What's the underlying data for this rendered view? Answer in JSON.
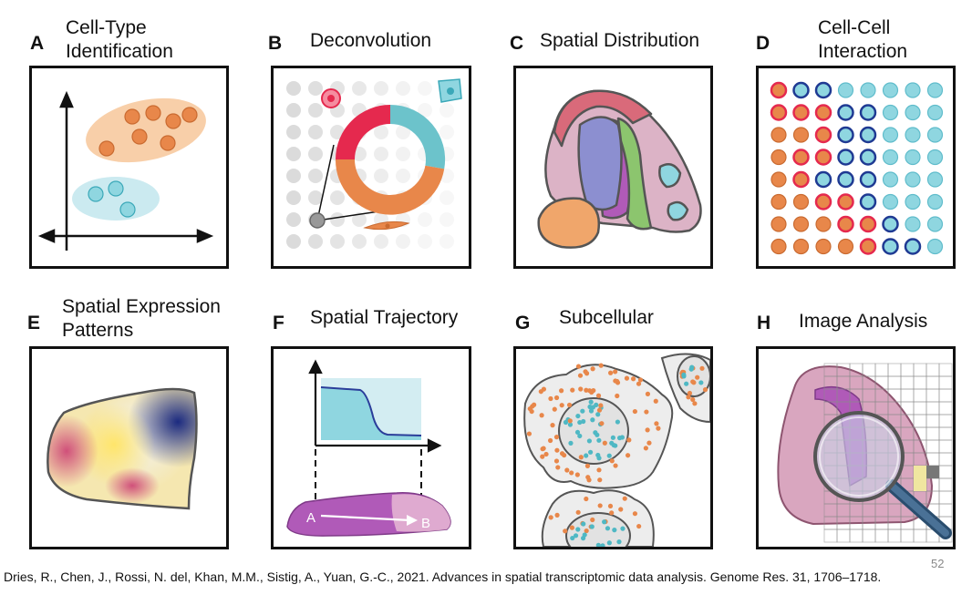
{
  "panels": [
    {
      "letter": "A",
      "title_lines": [
        "Cell-Type",
        "Identification"
      ]
    },
    {
      "letter": "B",
      "title_lines": [
        "Deconvolution"
      ]
    },
    {
      "letter": "C",
      "title_lines": [
        "Spatial Distribution"
      ]
    },
    {
      "letter": "D",
      "title_lines": [
        "Cell-Cell",
        "Interaction"
      ]
    },
    {
      "letter": "E",
      "title_lines": [
        "Spatial Expression",
        "Patterns"
      ]
    },
    {
      "letter": "F",
      "title_lines": [
        "Spatial Trajectory"
      ]
    },
    {
      "letter": "G",
      "title_lines": [
        "Subcellular"
      ]
    },
    {
      "letter": "H",
      "title_lines": [
        "Image Analysis"
      ]
    }
  ],
  "trajectory_labels": {
    "start": "A",
    "end": "B"
  },
  "citation": "Dries, R., Chen, J., Rossi, N. del, Khan, M.M., Sistig, A., Yuan, G.-C., 2021. Advances in spatial transcriptomic data analysis. Genome Res. 31, 1706–1718.",
  "page_number": "52",
  "colors": {
    "orange": "#e8874a",
    "cyan": "#8fd6e0",
    "red": "#e5294e",
    "navy": "#1f3a93",
    "purple": "#b05ab8",
    "green": "#8cc56e",
    "lavender": "#8c8fd0",
    "pink": "#dcb3c6"
  }
}
